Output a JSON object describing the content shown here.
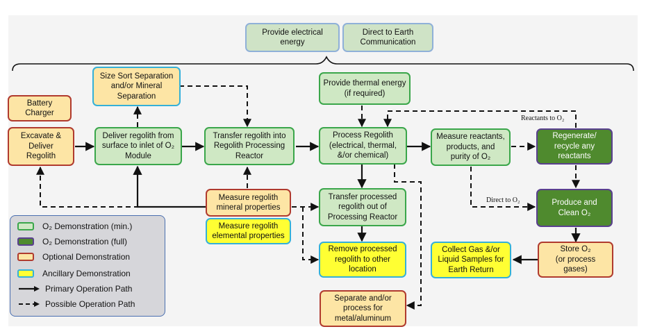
{
  "top_boxes": {
    "electrical": "Provide electrical\nenergy",
    "communication": "Direct to Earth\nCommunication"
  },
  "boxes": {
    "battery_charger": "Battery\nCharger",
    "excavate": "Excavate &\nDeliver\nRegolith",
    "size_sort": "Size Sort Separation\nand/or Mineral\nSeparation",
    "deliver_regolith": "Deliver regolith from\nsurface to inlet of O₂\nModule",
    "transfer_into": "Transfer regolith into\nRegolith Processing\nReactor",
    "thermal_energy": "Provide thermal energy\n(if required)",
    "process_regolith": "Process Regolith\n(electrical, thermal,\n&/or chemical)",
    "measure_reactants": "Measure reactants,\nproducts, and\npurity of O₂",
    "regenerate": "Regenerate/\nrecycle any\nreactants",
    "measure_mineral": "Measure regolith\nmineral properties",
    "measure_elemental": "Measure regolith\nelemental properties",
    "transfer_out": "Transfer processed\nregolith out of\nProcessing Reactor",
    "produce_clean": "Produce and\nClean O₂",
    "remove_processed": "Remove processed\nregolith to other\nlocation",
    "store_o2": "Store O₂\n(or process\ngases)",
    "collect_gas": "Collect Gas &/or\nLiquid Samples for\nEarth Return",
    "separate_process": "Separate and/or\nprocess for\nmetal/aluminum"
  },
  "edge_labels": {
    "reactants_to": "Reactants to O₂",
    "direct_to": "Direct to O₂"
  },
  "legend": {
    "items": [
      {
        "label": "O₂ Demonstration (min.)",
        "kind": "min"
      },
      {
        "label": "O₂ Demonstration (full)",
        "kind": "full"
      },
      {
        "label": "Optional Demonstration",
        "kind": "opt"
      },
      {
        "label": "Ancillary Demonstration",
        "kind": "anc"
      },
      {
        "label": "Primary Operation Path",
        "kind": "solid"
      },
      {
        "label": "Possible Operation Path",
        "kind": "dashed"
      }
    ]
  },
  "colors": {
    "min_fill": "#cfe8c4",
    "min_border": "#3aa64a",
    "full_fill": "#4f8a2e",
    "full_border": "#5a3f8f",
    "opt_fill": "#fde5a5",
    "opt_border": "#b03a2e",
    "anc_fill": "#ffff33",
    "anc_border": "#34b0d8"
  }
}
